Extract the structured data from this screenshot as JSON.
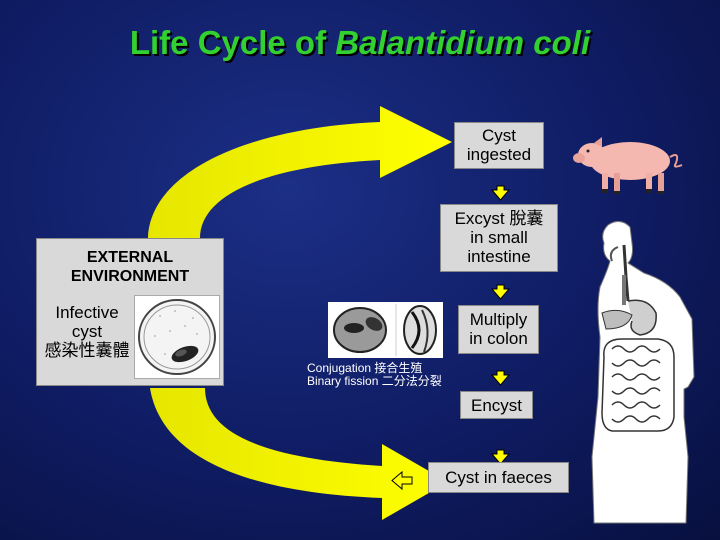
{
  "title": {
    "prefix": "Life Cycle of ",
    "species": "Balantidium coli"
  },
  "steps": {
    "ingested": "Cyst\ningested",
    "excyst": "Excyst 脫囊\nin small\nintestine",
    "multiply": "Multiply\nin colon",
    "encyst": "Encyst",
    "faeces": "Cyst in faeces"
  },
  "external": {
    "title": "EXTERNAL\nENVIRONMENT",
    "infective": "Infective\ncyst\n感染性囊體"
  },
  "reproduction": {
    "conjugation": "Conjugation 接合生殖",
    "binary": "Binary fission 二分法分裂"
  },
  "colors": {
    "title": "#33d12f",
    "arrow_yellow": "#ffff00",
    "box": "#d9d9d9",
    "background": "#0f1c63"
  }
}
